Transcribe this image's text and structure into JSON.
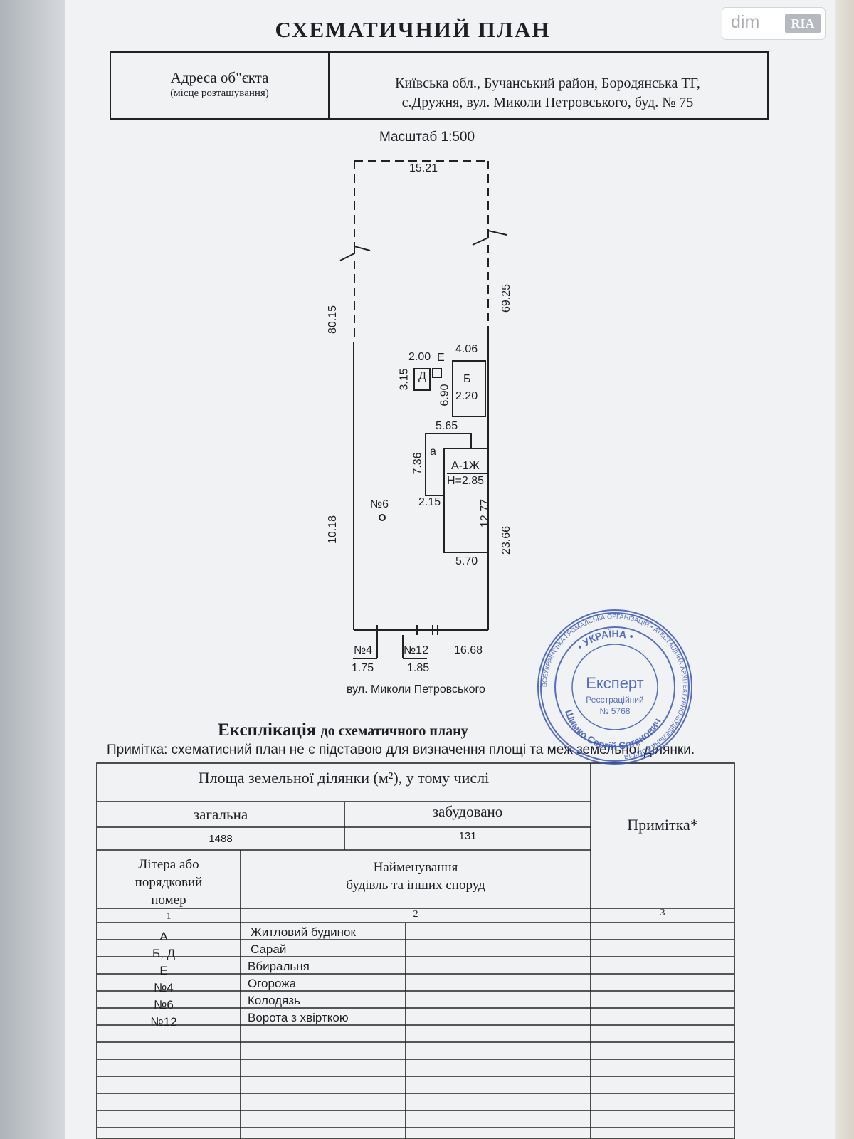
{
  "header": {
    "title": "СХЕМАТИЧНИЙ ПЛАН",
    "address_label": "Адреса об\"єкта",
    "address_sublabel": "(місце розташування)",
    "address_line1": "Київська обл., Бучанський район, Бородянська ТГ,",
    "address_line2": "с.Дружня, вул. Миколи Петровського, буд. № 75"
  },
  "plan": {
    "scale": "Масштаб 1:500",
    "dim_top": "15.21",
    "dim_left_upper": "80.15",
    "dim_right_upper": "69.25",
    "dim_left_lower": "10.18",
    "dim_right_lower": "23.66",
    "dim_bottom": "16.68",
    "d_width": "2.00",
    "d_height": "3.15",
    "d_label": "Д",
    "e_label": "Е",
    "b_width": "4.06",
    "b_height": "6.90",
    "b_depth": "2.20",
    "b_label": "Б",
    "a_top": "5.65",
    "a_ext_height": "7.36",
    "a_ext_label": "а",
    "a_label": "А-1Ж",
    "a_height": "Н=2.85",
    "a_ext_bottom": "2.15",
    "a_side": "12.77",
    "a_bottom": "5.70",
    "well_label": "№6",
    "fence_label": "№4",
    "fence_dim": "1.75",
    "gate_label": "№12",
    "gate_dim": "1.85",
    "street": "вул. Миколи Петровського"
  },
  "explication": {
    "title": "Експлікація",
    "title_suffix": "до схематичного плану",
    "note": "Примітка: схематисний план не є підставою для визначення площі та меж земельної ділянки.",
    "area_header": "Площа земельної ділянки (м²), у тому числі",
    "total_label": "загальна",
    "built_label": "забудовано",
    "total_value": "1488",
    "built_value": "131",
    "remark_header": "Примітка*",
    "letter_header": "Літера або порядковий номер",
    "letter_header_l1": "Літера або",
    "letter_header_l2": "порядковий",
    "letter_header_l3": "номер",
    "name_header_l1": "Найменування",
    "name_header_l2": "будівль та інших споруд",
    "col1": "1",
    "col2": "2",
    "col3": "3",
    "rows": [
      {
        "letter": "А",
        "name": "Житловий будинок"
      },
      {
        "letter": "Б, Д",
        "name": "Сарай"
      },
      {
        "letter": "Е",
        "name": "Вбиральня"
      },
      {
        "letter": "№4",
        "name": "Огорожа"
      },
      {
        "letter": "№6",
        "name": "Колодязь"
      },
      {
        "letter": "№12",
        "name": "Ворота з хвірткою"
      }
    ]
  },
  "stamp": {
    "center_title": "Експерт",
    "reg": "Реєстраційний",
    "number": "№ 5768",
    "country": "• УКРАЇНА •",
    "name": "Шимко Сергій Євгенович",
    "ring_outer": "ВСЕУКРАЇНСЬКА ГРОМАДСЬКА ОРГАНІЗАЦІЯ • АТЕСТАЦІЙНА АРХІТЕКТУРНО-БУДІВЕЛЬНА КОМІСІЯ"
  },
  "logo": {
    "dim": "dim",
    "ria": "RIA"
  },
  "colors": {
    "stamp": "#3b57b8",
    "ink": "#1d1f24",
    "paper": "#f1f2f4"
  }
}
